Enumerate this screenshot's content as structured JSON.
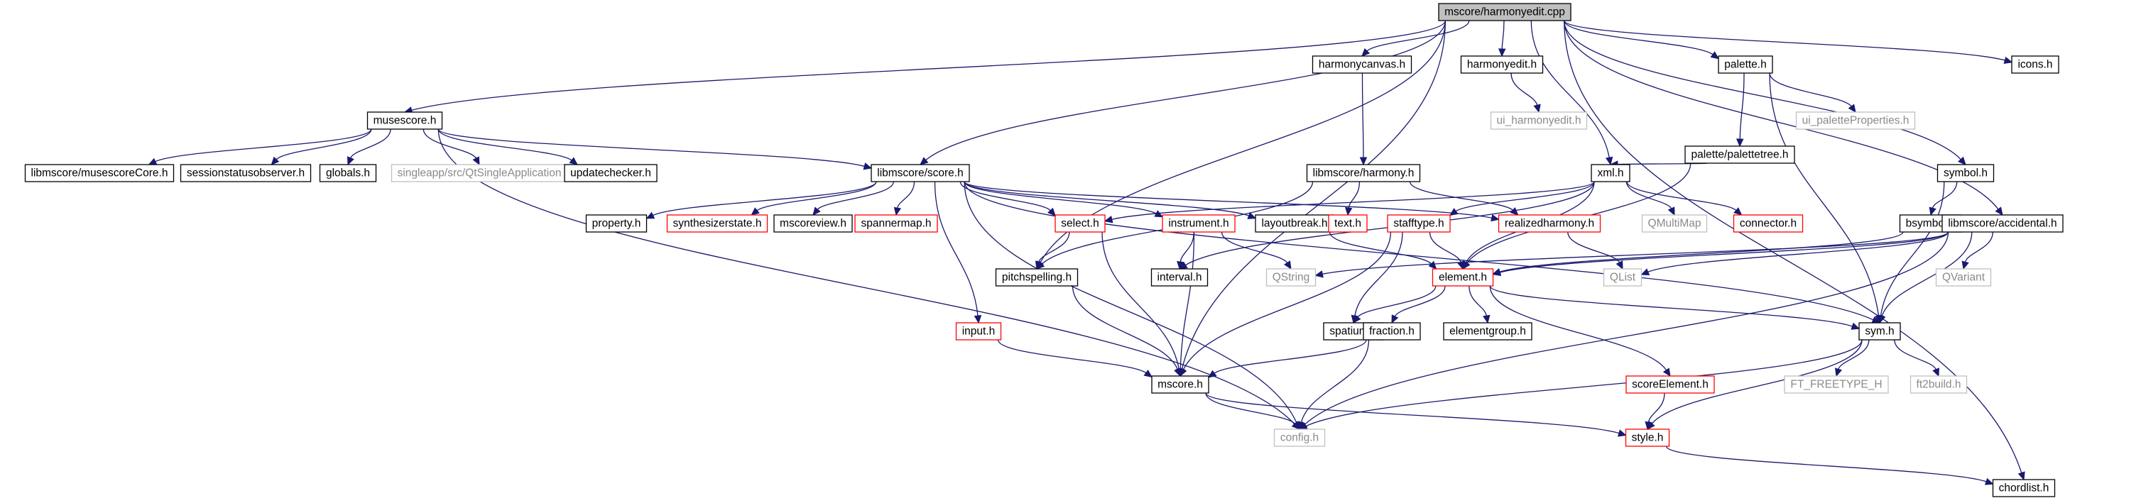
{
  "colors": {
    "edge": "#191970",
    "box_border": "#000000",
    "box_fill": "#ffffff",
    "root_fill": "#bfbfbf",
    "missing_border": "#bfbfbf",
    "missing_text": "#8a8a8a",
    "truncated_border": "#ff0000",
    "text": "#000000"
  },
  "nodes": [
    {
      "id": "harmonyedit_cpp",
      "label": "mscore/harmonyedit.cpp",
      "style": "root"
    },
    {
      "id": "harmonycanvas",
      "label": "harmonycanvas.h",
      "style": "normal"
    },
    {
      "id": "harmonyedit_h",
      "label": "harmonyedit.h",
      "style": "normal"
    },
    {
      "id": "palette_h",
      "label": "palette.h",
      "style": "normal"
    },
    {
      "id": "icons_h",
      "label": "icons.h",
      "style": "normal"
    },
    {
      "id": "musescore_h",
      "label": "musescore.h",
      "style": "normal"
    },
    {
      "id": "ui_harmonyedit",
      "label": "ui_harmonyedit.h",
      "style": "missing"
    },
    {
      "id": "palettetree",
      "label": "palette/palettetree.h",
      "style": "normal"
    },
    {
      "id": "ui_paletteprops",
      "label": "ui_paletteProperties.h",
      "style": "missing"
    },
    {
      "id": "musescorecore",
      "label": "libmscore/musescoreCore.h",
      "style": "normal"
    },
    {
      "id": "sessionstatus",
      "label": "sessionstatusobserver.h",
      "style": "normal"
    },
    {
      "id": "globals",
      "label": "globals.h",
      "style": "normal"
    },
    {
      "id": "qtsingleapp",
      "label": "singleapp/src/QtSingleApplication",
      "style": "missing"
    },
    {
      "id": "updatechecker",
      "label": "updatechecker.h",
      "style": "normal"
    },
    {
      "id": "score_h",
      "label": "libmscore/score.h",
      "style": "normal"
    },
    {
      "id": "harmony_h",
      "label": "libmscore/harmony.h",
      "style": "normal"
    },
    {
      "id": "xml_h",
      "label": "xml.h",
      "style": "normal"
    },
    {
      "id": "symbol_h",
      "label": "symbol.h",
      "style": "normal"
    },
    {
      "id": "property_h",
      "label": "property.h",
      "style": "normal"
    },
    {
      "id": "synthstate",
      "label": "synthesizerstate.h",
      "style": "truncated"
    },
    {
      "id": "mscoreview",
      "label": "mscoreview.h",
      "style": "normal"
    },
    {
      "id": "spannermap",
      "label": "spannermap.h",
      "style": "truncated"
    },
    {
      "id": "select_h",
      "label": "select.h",
      "style": "truncated"
    },
    {
      "id": "instrument_h",
      "label": "instrument.h",
      "style": "truncated"
    },
    {
      "id": "layoutbreak",
      "label": "layoutbreak.h",
      "style": "normal"
    },
    {
      "id": "text_h",
      "label": "text.h",
      "style": "truncated"
    },
    {
      "id": "realizedharmony",
      "label": "realizedharmony.h",
      "style": "truncated"
    },
    {
      "id": "stafftype",
      "label": "stafftype.h",
      "style": "truncated"
    },
    {
      "id": "qmultimap",
      "label": "QMultiMap",
      "style": "missing"
    },
    {
      "id": "connector",
      "label": "connector.h",
      "style": "truncated"
    },
    {
      "id": "bsymbol",
      "label": "bsymbol.h",
      "style": "normal"
    },
    {
      "id": "accidental",
      "label": "libmscore/accidental.h",
      "style": "normal"
    },
    {
      "id": "pitchspelling",
      "label": "pitchspelling.h",
      "style": "normal"
    },
    {
      "id": "interval_h",
      "label": "interval.h",
      "style": "normal"
    },
    {
      "id": "qstring",
      "label": "QString",
      "style": "missing"
    },
    {
      "id": "element_h",
      "label": "element.h",
      "style": "truncated"
    },
    {
      "id": "qlist",
      "label": "QList",
      "style": "missing"
    },
    {
      "id": "qvariant",
      "label": "QVariant",
      "style": "missing"
    },
    {
      "id": "input_h",
      "label": "input.h",
      "style": "truncated"
    },
    {
      "id": "spatium",
      "label": "spatium.h",
      "style": "normal"
    },
    {
      "id": "fraction",
      "label": "fraction.h",
      "style": "normal"
    },
    {
      "id": "elementgroup",
      "label": "elementgroup.h",
      "style": "normal"
    },
    {
      "id": "sym_h",
      "label": "sym.h",
      "style": "normal"
    },
    {
      "id": "mscore_h",
      "label": "mscore.h",
      "style": "normal"
    },
    {
      "id": "scoreelement",
      "label": "scoreElement.h",
      "style": "truncated"
    },
    {
      "id": "ft_freetype",
      "label": "FT_FREETYPE_H",
      "style": "missing"
    },
    {
      "id": "ft2build",
      "label": "ft2build.h",
      "style": "missing"
    },
    {
      "id": "config_h",
      "label": "config.h",
      "style": "missing"
    },
    {
      "id": "style_h",
      "label": "style.h",
      "style": "truncated"
    },
    {
      "id": "chordlist",
      "label": "chordlist.h",
      "style": "normal"
    }
  ],
  "edges": [
    [
      "harmonyedit_cpp",
      "harmonycanvas"
    ],
    [
      "harmonyedit_cpp",
      "harmonyedit_h"
    ],
    [
      "harmonyedit_cpp",
      "palette_h"
    ],
    [
      "harmonyedit_cpp",
      "icons_h"
    ],
    [
      "harmonyedit_cpp",
      "musescore_h"
    ],
    [
      "harmonyedit_cpp",
      "score_h"
    ],
    [
      "harmonyedit_cpp",
      "pitchspelling"
    ],
    [
      "harmonyedit_cpp",
      "mscore_h"
    ],
    [
      "harmonyedit_cpp",
      "xml_h"
    ],
    [
      "harmonyedit_cpp",
      "symbol_h"
    ],
    [
      "harmonyedit_cpp",
      "accidental"
    ],
    [
      "harmonyedit_cpp",
      "chordlist"
    ],
    [
      "harmonycanvas",
      "harmony_h"
    ],
    [
      "harmonyedit_h",
      "ui_harmonyedit"
    ],
    [
      "palette_h",
      "palettetree"
    ],
    [
      "palette_h",
      "ui_paletteprops"
    ],
    [
      "palette_h",
      "sym_h"
    ],
    [
      "palettetree",
      "xml_h"
    ],
    [
      "palettetree",
      "element_h"
    ],
    [
      "musescore_h",
      "musescorecore"
    ],
    [
      "musescore_h",
      "sessionstatus"
    ],
    [
      "musescore_h",
      "globals"
    ],
    [
      "musescore_h",
      "qtsingleapp"
    ],
    [
      "musescore_h",
      "updatechecker"
    ],
    [
      "musescore_h",
      "score_h"
    ],
    [
      "musescore_h",
      "config_h"
    ],
    [
      "score_h",
      "property_h"
    ],
    [
      "score_h",
      "synthstate"
    ],
    [
      "score_h",
      "mscoreview"
    ],
    [
      "score_h",
      "spannermap"
    ],
    [
      "score_h",
      "select_h"
    ],
    [
      "score_h",
      "instrument_h"
    ],
    [
      "score_h",
      "layoutbreak"
    ],
    [
      "score_h",
      "input_h"
    ],
    [
      "score_h",
      "config_h"
    ],
    [
      "score_h",
      "sym_h"
    ],
    [
      "score_h",
      "realizedharmony"
    ],
    [
      "harmony_h",
      "text_h"
    ],
    [
      "harmony_h",
      "realizedharmony"
    ],
    [
      "harmony_h",
      "pitchspelling"
    ],
    [
      "xml_h",
      "select_h"
    ],
    [
      "xml_h",
      "stafftype"
    ],
    [
      "xml_h",
      "qmultimap"
    ],
    [
      "xml_h",
      "connector"
    ],
    [
      "xml_h",
      "interval_h"
    ],
    [
      "xml_h",
      "element_h"
    ],
    [
      "symbol_h",
      "bsymbol"
    ],
    [
      "symbol_h",
      "sym_h"
    ],
    [
      "bsymbol",
      "element_h"
    ],
    [
      "accidental",
      "element_h"
    ],
    [
      "accidental",
      "qstring"
    ],
    [
      "accidental",
      "qlist"
    ],
    [
      "accidental",
      "qvariant"
    ],
    [
      "accidental",
      "sym_h"
    ],
    [
      "accidental",
      "config_h"
    ],
    [
      "select_h",
      "pitchspelling"
    ],
    [
      "select_h",
      "mscore_h"
    ],
    [
      "instrument_h",
      "interval_h"
    ],
    [
      "instrument_h",
      "qstring"
    ],
    [
      "instrument_h",
      "mscore_h"
    ],
    [
      "layoutbreak",
      "element_h"
    ],
    [
      "realizedharmony",
      "qlist"
    ],
    [
      "stafftype",
      "element_h"
    ],
    [
      "stafftype",
      "spatium"
    ],
    [
      "stafftype",
      "mscore_h"
    ],
    [
      "pitchspelling",
      "mscore_h"
    ],
    [
      "element_h",
      "spatium"
    ],
    [
      "element_h",
      "fraction"
    ],
    [
      "element_h",
      "elementgroup"
    ],
    [
      "element_h",
      "sym_h"
    ],
    [
      "element_h",
      "scoreelement"
    ],
    [
      "input_h",
      "mscore_h"
    ],
    [
      "fraction",
      "mscore_h"
    ],
    [
      "fraction",
      "config_h"
    ],
    [
      "sym_h",
      "ft_freetype"
    ],
    [
      "sym_h",
      "ft2build"
    ],
    [
      "sym_h",
      "config_h"
    ],
    [
      "sym_h",
      "style_h"
    ],
    [
      "mscore_h",
      "config_h"
    ],
    [
      "mscore_h",
      "style_h"
    ],
    [
      "scoreelement",
      "style_h"
    ],
    [
      "style_h",
      "chordlist"
    ]
  ]
}
